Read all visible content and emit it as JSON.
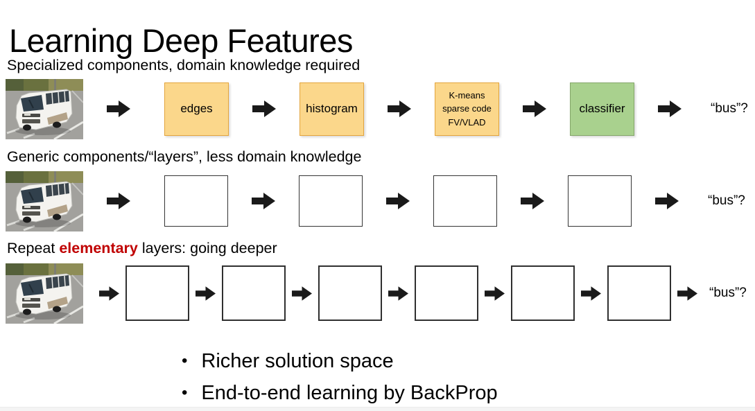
{
  "slide": {
    "title": "Learning Deep Features"
  },
  "rows": [
    {
      "label": "Specialized components, domain knowledge required",
      "output": "“bus”?",
      "boxes": [
        {
          "label": "edges",
          "style": "orange"
        },
        {
          "label": "histogram",
          "style": "orange"
        },
        {
          "label": "K-means\nsparse code\nFV/VLAD",
          "style": "orange"
        },
        {
          "label": "classifier",
          "style": "green"
        }
      ]
    },
    {
      "label": "Generic components/“layers”, less domain knowledge",
      "output": "“bus”?",
      "boxes": [
        {
          "label": "",
          "style": "empty"
        },
        {
          "label": "",
          "style": "empty"
        },
        {
          "label": "",
          "style": "empty"
        },
        {
          "label": "",
          "style": "empty"
        }
      ]
    },
    {
      "label_prefix": "Repeat ",
      "label_emphasis": "elementary",
      "label_suffix": " layers: going deeper",
      "output": "“bus”?",
      "boxes": [
        {
          "label": "",
          "style": "empty"
        },
        {
          "label": "",
          "style": "empty"
        },
        {
          "label": "",
          "style": "empty"
        },
        {
          "label": "",
          "style": "empty"
        },
        {
          "label": "",
          "style": "empty"
        },
        {
          "label": "",
          "style": "empty"
        }
      ]
    }
  ],
  "bullets": [
    "Richer solution space",
    "End-to-end learning by BackProp"
  ],
  "icons": {
    "arrow": "block-right-arrow",
    "photo": "bus-photo"
  },
  "colors": {
    "orange_fill": "#FBD78B",
    "orange_border": "#E3A43C",
    "green_fill": "#A9D18E",
    "green_border": "#84A66A",
    "emphasis_red": "#C00000",
    "arrow_black": "#1A1A1A"
  }
}
